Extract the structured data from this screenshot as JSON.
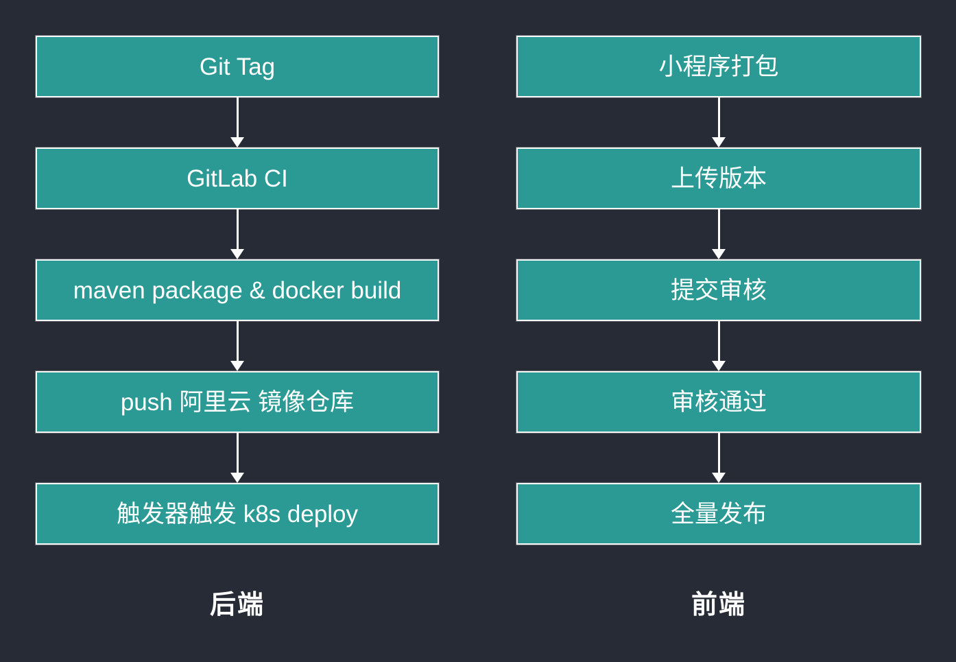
{
  "colors": {
    "background": "#272b35",
    "node_fill": "#2b9a94",
    "node_border": "#f7f7f7",
    "arrow": "#ffffff",
    "text": "#ffffff"
  },
  "flowchart": {
    "columns": [
      {
        "label": "后端",
        "steps": [
          "Git Tag",
          "GitLab CI",
          "maven package & docker build",
          "push 阿里云 镜像仓库",
          "触发器触发 k8s deploy"
        ]
      },
      {
        "label": "前端",
        "steps": [
          "小程序打包",
          "上传版本",
          "提交审核",
          "审核通过",
          "全量发布"
        ]
      }
    ]
  }
}
